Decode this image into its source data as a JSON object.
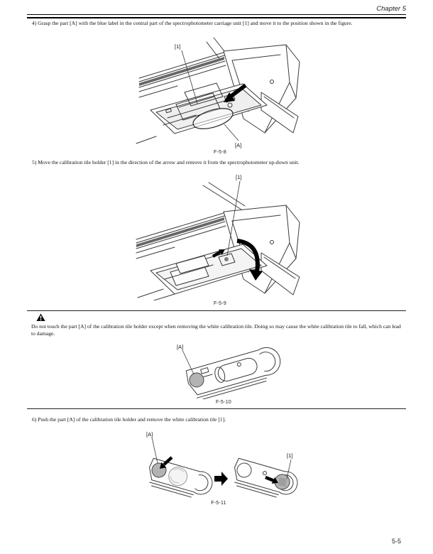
{
  "header": {
    "chapter_label": "Chapter 5"
  },
  "footer": {
    "page_number": "5-5"
  },
  "steps": [
    {
      "text": "4) Grasp the part [A] with the blue label in the central part of the spectrophotometer carriage unit [1] and move it to the position shown in the figure."
    },
    {
      "text": "5) Move the calibration tile holder [1] in the direction of the arrow and remove it from the spectrophotometer up-down unit."
    },
    {
      "text": "6) Push the part [A] of the calibration tile holder and remove the white calibration tile [1]."
    }
  ],
  "note": {
    "icon": "warning-triangle-icon",
    "text": "Do not touch the part [A] of the calibration tile holder except when removing the white calibration tile. Doing so may cause the white calibration tile to fall, which can lead to damage."
  },
  "figures": {
    "f58": {
      "caption": "F-5-8",
      "label_1": "[1]",
      "label_a": "[A]"
    },
    "f59": {
      "caption": "F-5-9",
      "label_1": "[1]"
    },
    "f510": {
      "caption": "F-5-10",
      "label_a": "[A]"
    },
    "f511": {
      "caption": "F-5-11",
      "label_a": "[A]",
      "label_1": "[1]"
    }
  },
  "colors": {
    "line": "#3a3a3a",
    "shade_light": "#c9c9c9",
    "shade_mid": "#b3b3b3",
    "shade_dark": "#9a9a9a",
    "arrow": "#000000"
  }
}
